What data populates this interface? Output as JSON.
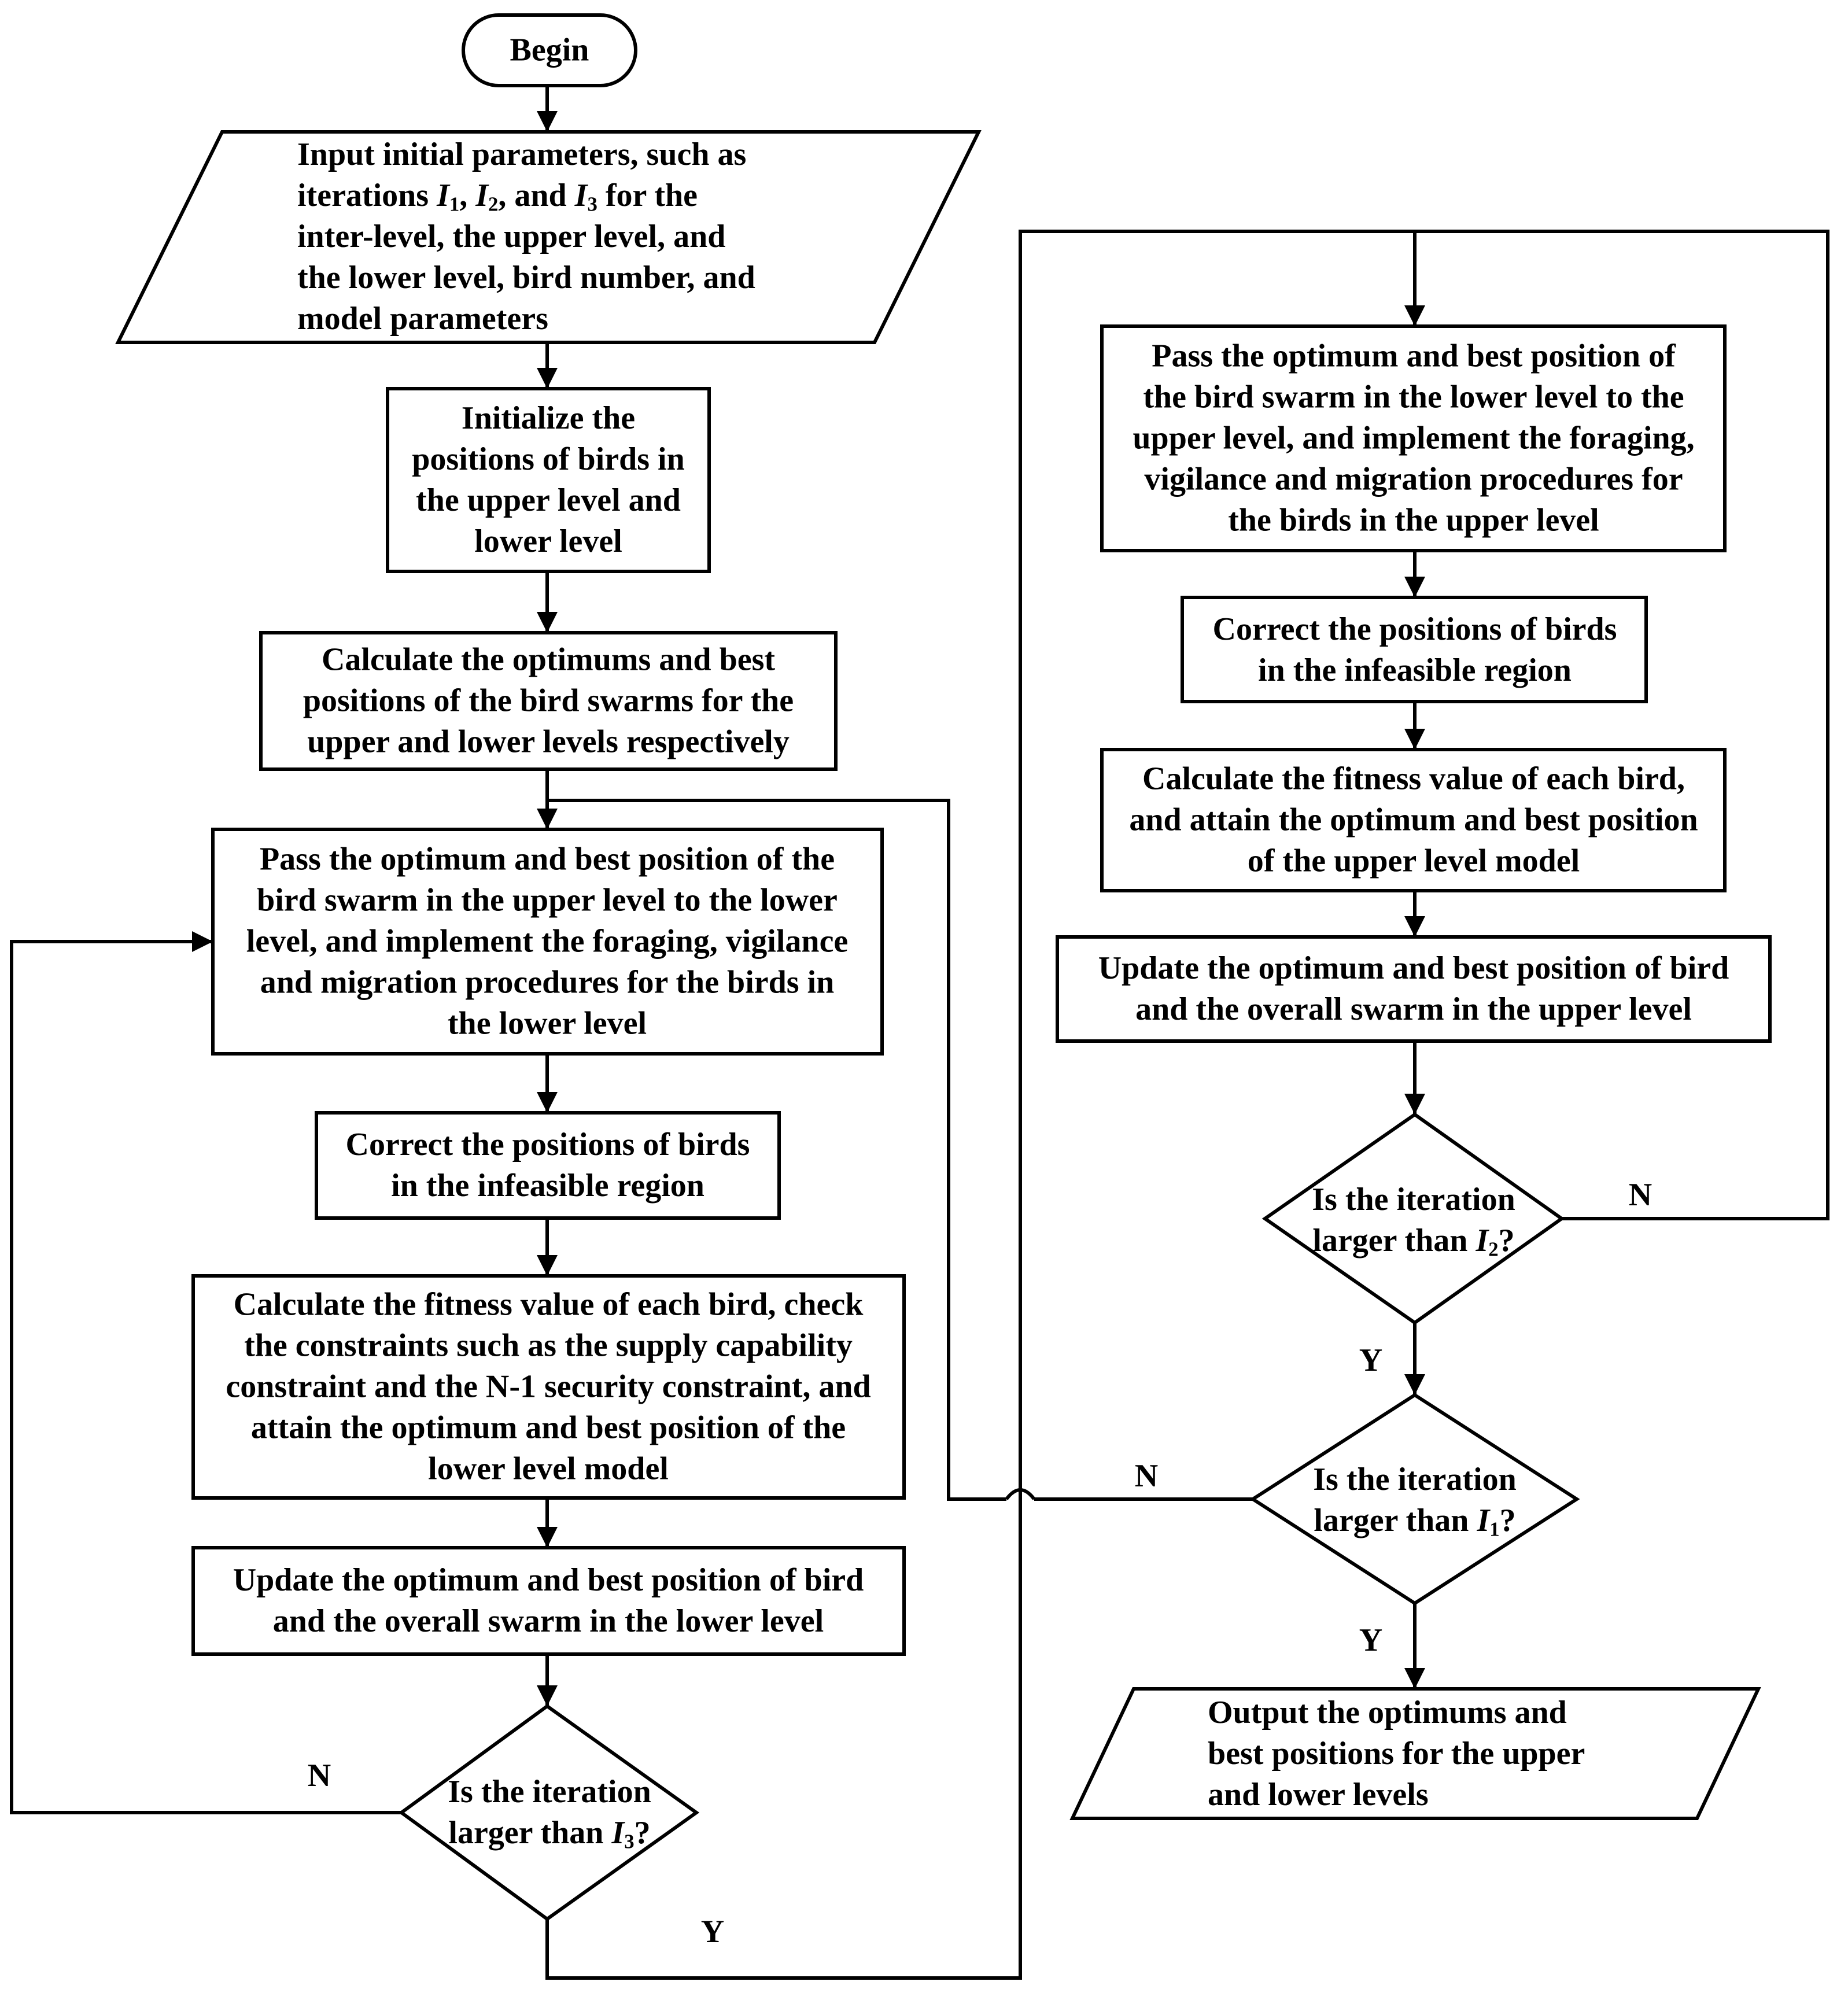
{
  "flowchart": {
    "begin": "Begin",
    "input": [
      "Input initial parameters, such as",
      "iterations I1, I2, and I3 for the",
      "inter-level, the upper level, and",
      "the lower level, bird number, and",
      "model parameters"
    ],
    "initialize": [
      "Initialize the",
      "positions of birds in",
      "the upper level and",
      "lower level"
    ],
    "calc_optimums": [
      "Calculate the optimums and best",
      "positions of the bird swarms for the",
      "upper and lower levels respectively"
    ],
    "pass_lower": [
      "Pass the optimum and best position of the",
      "bird swarm in the upper level to the lower",
      "level, and implement the foraging, vigilance",
      "and migration procedures for the birds in",
      "the lower level"
    ],
    "correct_lower": [
      "Correct the positions of birds",
      "in the infeasible region"
    ],
    "fitness_lower": [
      "Calculate the fitness value of each bird, check",
      "the constraints such as the supply capability",
      "constraint and the N-1 security constraint, and",
      "attain the optimum and best position of the",
      "lower level model"
    ],
    "update_lower": [
      "Update the optimum and best position of bird",
      "and the overall swarm in the lower level"
    ],
    "decision_i3": [
      "Is the iteration",
      "larger than I3?"
    ],
    "pass_upper": [
      "Pass the optimum and best position of",
      "the bird swarm in the lower  level to the",
      "upper level, and implement the foraging,",
      "vigilance and migration procedures for",
      "the birds in the upper level"
    ],
    "correct_upper": [
      "Correct the positions of birds",
      "in the infeasible region"
    ],
    "fitness_upper": [
      "Calculate the fitness value of each bird,",
      "and attain the optimum and best position",
      "of the upper level model"
    ],
    "update_upper": [
      "Update the optimum and best position of bird",
      "and the overall swarm in the upper level"
    ],
    "decision_i2": [
      "Is the iteration",
      "larger than I2?"
    ],
    "decision_i1": [
      "Is the iteration",
      "larger than I1?"
    ],
    "output": [
      "Output the  optimums and",
      "best positions  for the upper",
      "and lower levels"
    ],
    "labels": {
      "i3_no": "N",
      "i3_yes": "Y",
      "i2_no": "N",
      "i2_yes": "Y",
      "i1_no": "N",
      "i1_yes": "Y"
    }
  }
}
